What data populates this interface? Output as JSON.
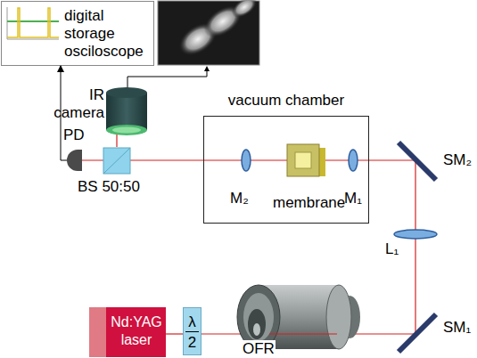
{
  "diagram": {
    "nodes": [
      {
        "text": [
          "digital storage osciloscope"
        ]
      },
      {
        "text": [
          "PD"
        ]
      },
      {
        "text": [
          "vacuum chamber"
        ]
      },
      {
        "text": [
          "Nd:YAG laser"
        ]
      },
      {
        "text": [
          "λ",
          "2"
        ]
      }
    ],
    "edges": [
      {
        "from": 1,
        "to": 0,
        "arrow": "to"
      },
      {
        "from": 3,
        "to": 4,
        "arrow": "none"
      }
    ],
    "labels": [
      "IR camera",
      "BS 50:50",
      "M₂",
      "membrane",
      "M₁",
      "SM₂",
      "L₁",
      "SM₁",
      "OFR"
    ]
  }
}
